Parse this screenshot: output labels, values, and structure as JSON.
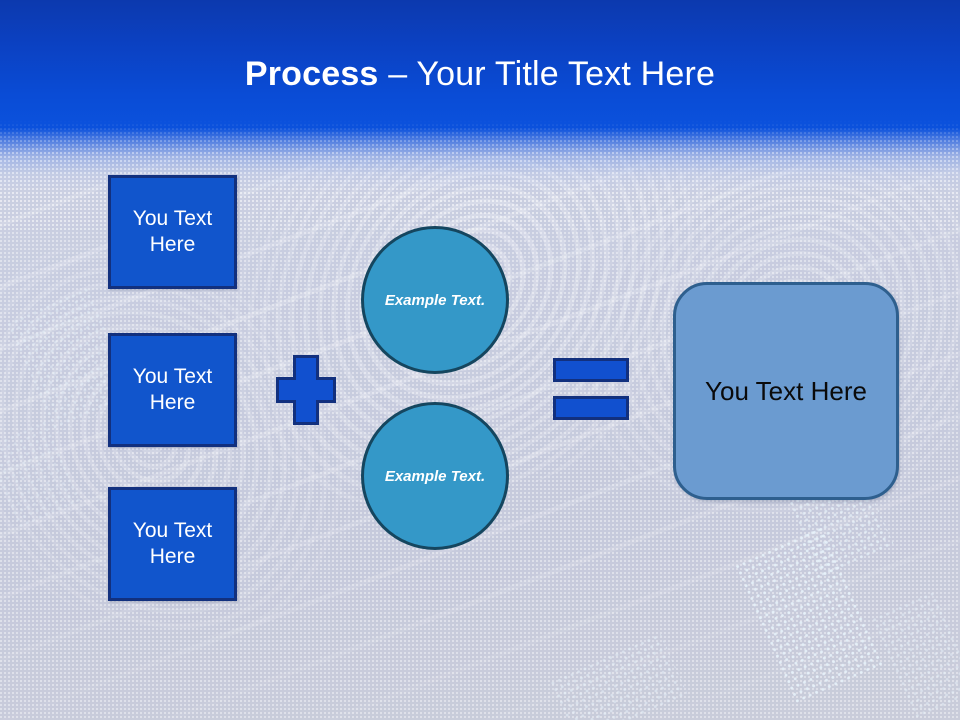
{
  "slide": {
    "title_bold": "Process",
    "title_rest": " – Your Title Text Here",
    "accent_header_blue": "#0B51DC",
    "accent_box_blue": "#1155CC",
    "accent_circle_blue": "#3498C8",
    "accent_result_blue": "#6B9BD0",
    "outline_navy": "#12307E",
    "background_gray": "#C9CDDC"
  },
  "inputs": {
    "boxes": [
      {
        "label": "You Text Here"
      },
      {
        "label": "You Text Here"
      },
      {
        "label": "You Text Here"
      }
    ]
  },
  "operators": {
    "plus": "+",
    "equals": "="
  },
  "circles": [
    {
      "label": "Example Text."
    },
    {
      "label": "Example Text."
    }
  ],
  "result": {
    "label": "You Text Here"
  }
}
